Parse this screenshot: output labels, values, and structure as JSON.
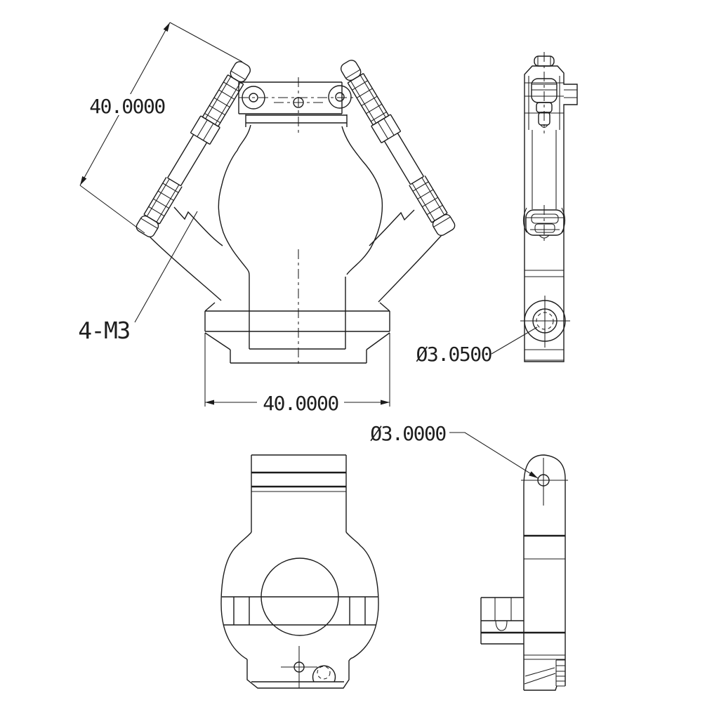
{
  "drawing": {
    "type": "mechanical-part-orthographic-views",
    "background": "#ffffff",
    "line_color": "#1b1b1b",
    "text_color": "#1e1e1e"
  },
  "labels": {
    "stud_length": "40.0000",
    "thread_callout": "4-M3",
    "side_hole_diameter": "Ø3.0500",
    "base_width": "40.0000",
    "pivot_hole_diameter": "Ø3.0000"
  }
}
